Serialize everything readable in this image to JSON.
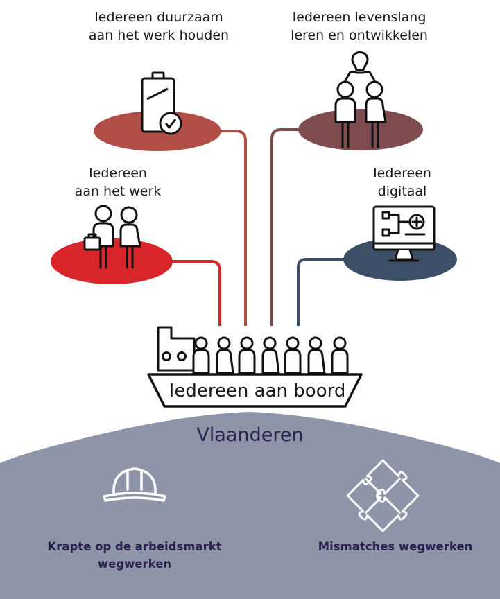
{
  "themes": [
    {
      "id": "duurzaam",
      "lines": [
        "Iedereen duurzaam",
        "aan het werk houden"
      ],
      "color": "#b04e45",
      "icon": "battery-check-icon"
    },
    {
      "id": "levenslang",
      "lines": [
        "Iedereen levenslang",
        "leren en ontwikkelen"
      ],
      "color": "#7e4c4f",
      "icon": "lightbulb-people-icon"
    },
    {
      "id": "werk",
      "lines": [
        "Iedereen",
        "aan het werk"
      ],
      "color": "#d9262b",
      "icon": "people-briefcase-icon"
    },
    {
      "id": "digitaal",
      "lines": [
        "Iedereen",
        "digitaal"
      ],
      "color": "#3d4f66",
      "icon": "monitor-diagram-icon"
    }
  ],
  "boat": {
    "label": "Iedereen aan boord"
  },
  "region": {
    "title": "Vlaanderen",
    "color": "#8e95a8"
  },
  "challenges": [
    {
      "id": "krapte",
      "lines": [
        "Krapte op de arbeidsmarkt",
        "wegwerken"
      ],
      "icon": "hard-hat-icon"
    },
    {
      "id": "mismatch",
      "lines": [
        "Mismatches wegwerken"
      ],
      "icon": "puzzle-icon"
    }
  ]
}
